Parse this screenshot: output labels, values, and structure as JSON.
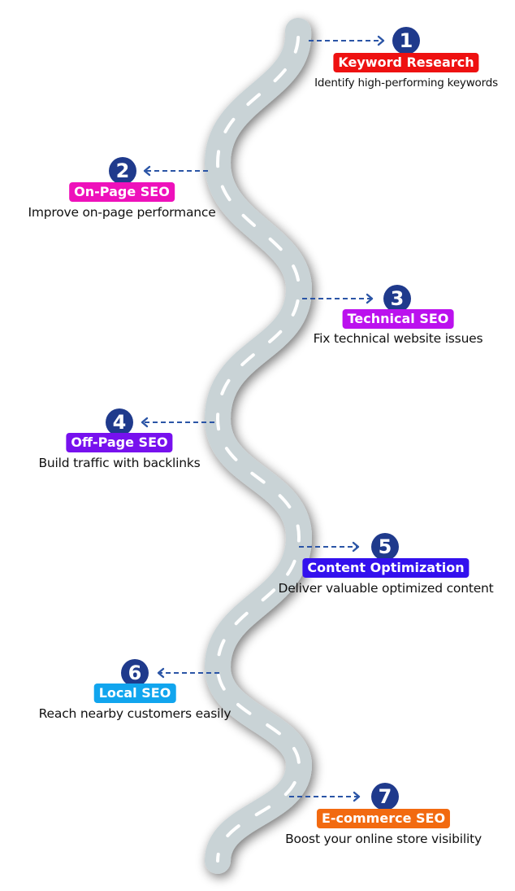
{
  "title": "SEO roadmap",
  "colors": {
    "road": "#c9d3d6",
    "road_dash": "#ffffff",
    "connector": "#2b55a6",
    "number_circle": "#1f3a8c"
  },
  "steps": [
    {
      "number": "1",
      "label": "Keyword Research",
      "description": "Identify high-performing keywords",
      "color": "#ee1111",
      "side": "right"
    },
    {
      "number": "2",
      "label": "On-Page SEO",
      "description": "Improve on-page performance",
      "color": "#ee11bb",
      "side": "left"
    },
    {
      "number": "3",
      "label": "Technical SEO",
      "description": "Fix technical website issues",
      "color": "#bb11ee",
      "side": "right"
    },
    {
      "number": "4",
      "label": "Off-Page SEO",
      "description": "Build traffic with backlinks",
      "color": "#7711ee",
      "side": "left"
    },
    {
      "number": "5",
      "label": "Content Optimization",
      "description": "Deliver valuable optimized content",
      "color": "#3311ee",
      "side": "right"
    },
    {
      "number": "6",
      "label": "Local SEO",
      "description": "Reach nearby customers easily",
      "color": "#11a5ee",
      "side": "left"
    },
    {
      "number": "7",
      "label": "E-commerce SEO",
      "description": "Boost your online store visibility",
      "color": "#f26a10",
      "side": "right"
    }
  ]
}
